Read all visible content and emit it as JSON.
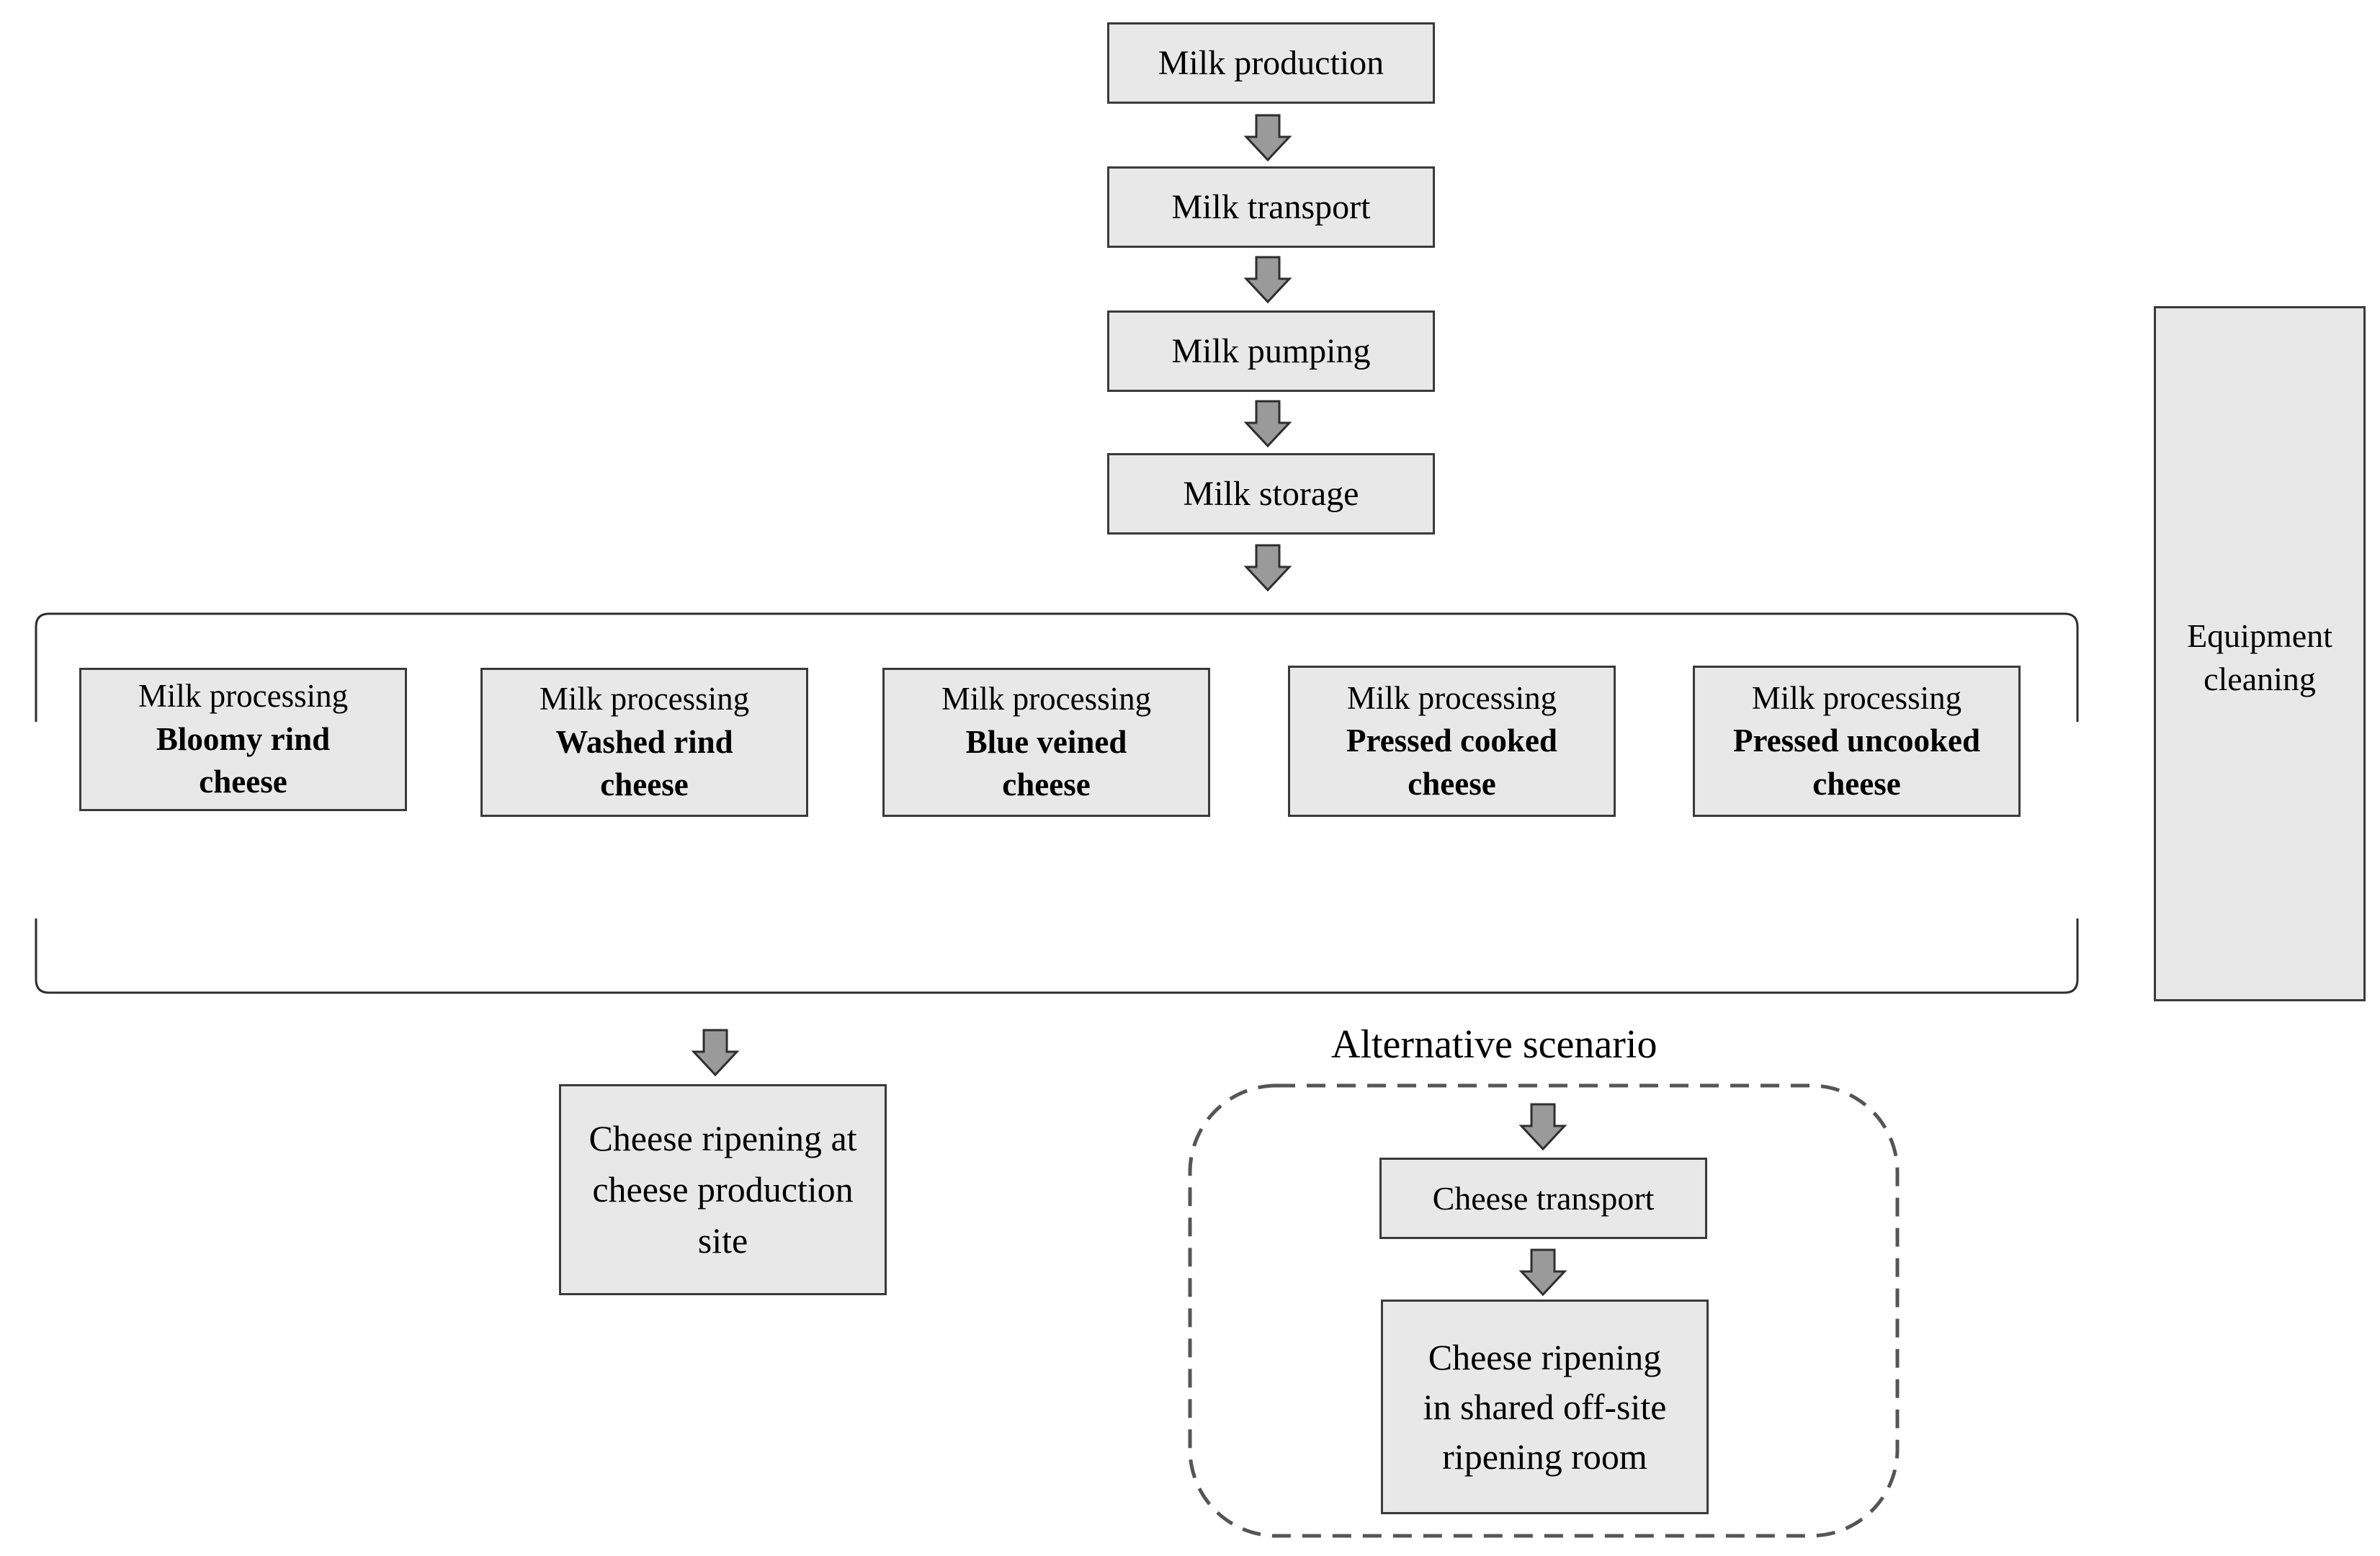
{
  "diagram": {
    "top_chain": [
      {
        "label": "Milk production"
      },
      {
        "label": "Milk transport"
      },
      {
        "label": "Milk pumping"
      },
      {
        "label": "Milk storage"
      }
    ],
    "processing": [
      {
        "line1": "Milk processing",
        "bold": "Bloomy rind cheese"
      },
      {
        "line1": "Milk processing",
        "bold": "Washed rind cheese"
      },
      {
        "line1": "Milk processing",
        "bold": "Blue veined cheese"
      },
      {
        "line1": "Milk processing",
        "bold": "Pressed cooked cheese"
      },
      {
        "line1": "Milk processing",
        "bold": "Pressed uncooked cheese"
      }
    ],
    "equipment_cleaning": "Equipment cleaning",
    "ripening_on_site": "Cheese ripening at cheese production site",
    "alternative": {
      "title": "Alternative scenario",
      "transport": "Cheese transport",
      "ripening": "Cheese ripening in shared off-site ripening room"
    },
    "colors": {
      "box_fill": "#e8e8e8",
      "box_border": "#3a3a3a",
      "arrow_fill": "#9a9a9a",
      "dash_border": "#555555"
    }
  }
}
